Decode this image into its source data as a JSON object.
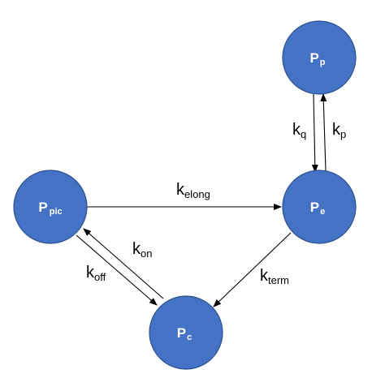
{
  "colors": {
    "node_fill": "#4472c4",
    "node_stroke": "#2f528f",
    "node_text": "#ffffff",
    "edge": "#000000"
  },
  "nodes": {
    "p_pic": {
      "base": "P",
      "sub": "pic"
    },
    "p_e": {
      "base": "P",
      "sub": "e"
    },
    "p_p": {
      "base": "P",
      "sub": "p"
    },
    "p_c": {
      "base": "P",
      "sub": "c"
    }
  },
  "rates": {
    "elong": {
      "base": "k",
      "sub": "elong"
    },
    "q": {
      "base": "k",
      "sub": "q"
    },
    "p": {
      "base": "k",
      "sub": "p"
    },
    "on": {
      "base": "k",
      "sub": "on"
    },
    "off": {
      "base": "k",
      "sub": "off"
    },
    "term": {
      "base": "k",
      "sub": "term"
    }
  }
}
